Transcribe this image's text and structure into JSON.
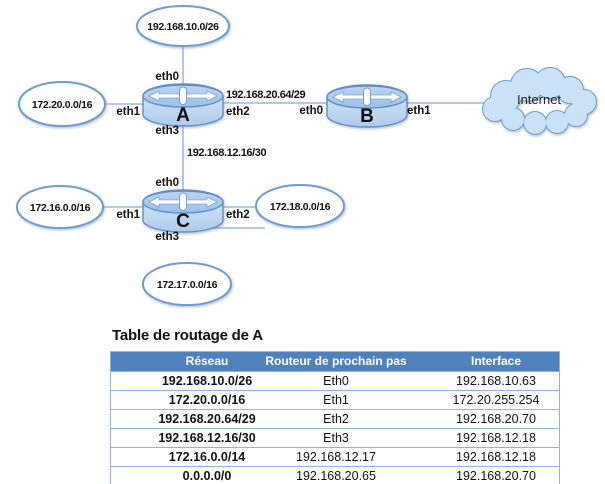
{
  "diagram": {
    "networks": [
      {
        "label": "192.168.10.0/26"
      },
      {
        "label": "172.20.0.0/16"
      },
      {
        "label": "172.16.0.0/16"
      },
      {
        "label": "172.18.0.0/16"
      },
      {
        "label": "172.17.0.0/16"
      }
    ],
    "routers": [
      {
        "label": "A"
      },
      {
        "label": "B"
      },
      {
        "label": "C"
      }
    ],
    "internet_label": "Internet",
    "links": [
      {
        "label": "192.168.20.64/29"
      },
      {
        "label": "192.168.12.16/30"
      }
    ],
    "interfaces": {
      "a_eth0": "eth0",
      "a_eth1": "eth1",
      "a_eth2": "eth2",
      "a_eth3": "eth3",
      "b_eth0": "eth0",
      "b_eth1": "eth1",
      "c_eth0": "eth0",
      "c_eth1": "eth1",
      "c_eth2": "eth2",
      "c_eth3": "eth3"
    },
    "colors": {
      "node_stroke": "#6D9CD0",
      "router_fill": "#BCD5F0",
      "cloud_fill": "#CBE1F5",
      "line": "#85ACD6"
    }
  },
  "routing_table": {
    "title": "Table de routage de A",
    "headers": [
      "Réseau",
      "Routeur de prochain pas",
      "Interface"
    ],
    "colors": {
      "header_bg": "#4F81BD",
      "border": "#95B3D7"
    },
    "rows": [
      {
        "network": "192.168.10.0/26",
        "next_hop": "Eth0",
        "interface": "192.168.10.63"
      },
      {
        "network": "172.20.0.0/16",
        "next_hop": "Eth1",
        "interface": "172.20.255.254"
      },
      {
        "network": "192.168.20.64/29",
        "next_hop": "Eth2",
        "interface": "192.168.20.70"
      },
      {
        "network": "192.168.12.16/30",
        "next_hop": "Eth3",
        "interface": "192.168.12.18"
      },
      {
        "network": "172.16.0.0/14",
        "next_hop": "192.168.12.17",
        "interface": "192.168.12.18"
      },
      {
        "network": "0.0.0.0/0",
        "next_hop": "192.168.20.65",
        "interface": "192.168.20.70"
      }
    ]
  }
}
